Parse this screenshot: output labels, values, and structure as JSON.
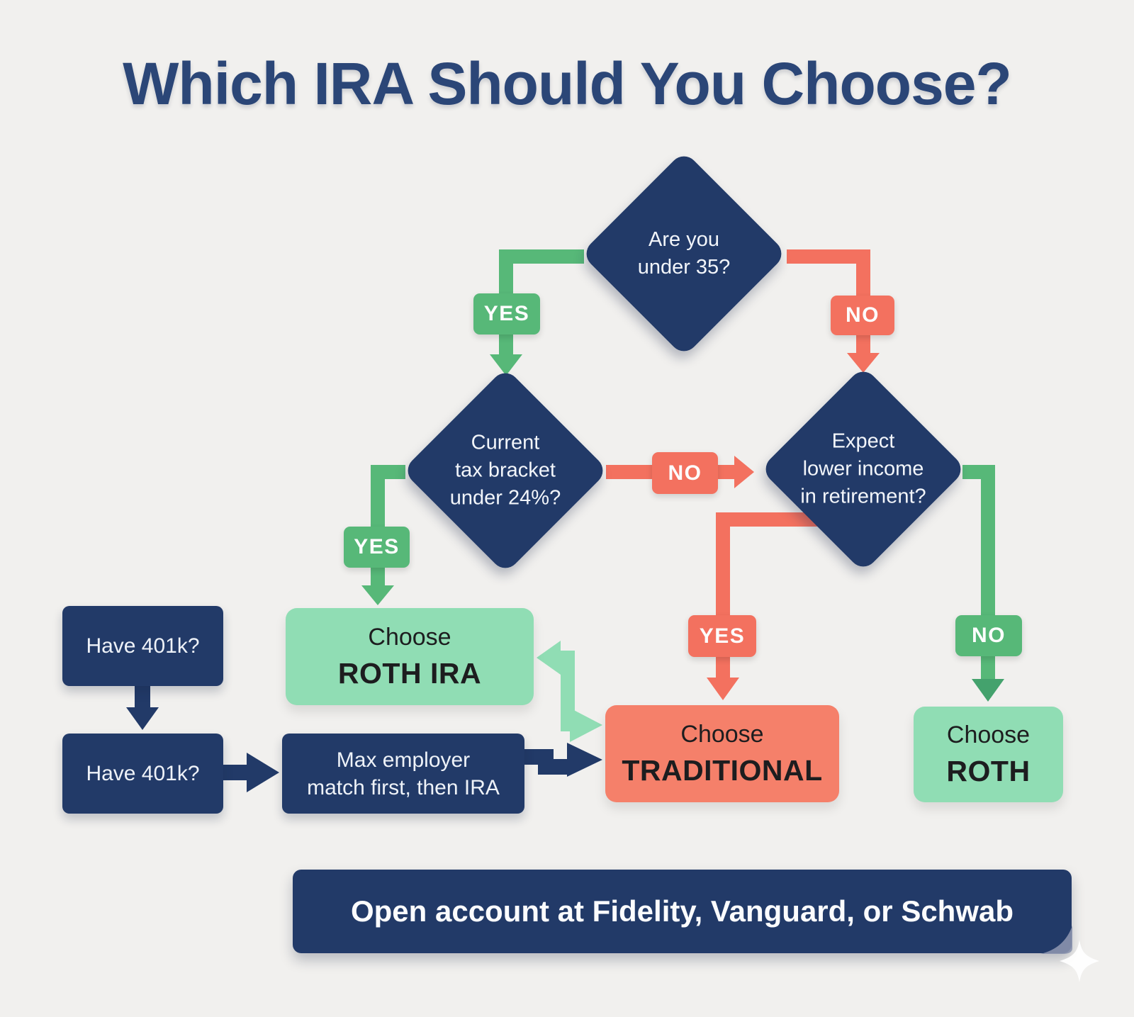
{
  "title": "Which IRA Should You Choose?",
  "colors": {
    "background": "#f1f0ee",
    "navy": "#223a68",
    "green": "#57b878",
    "green_dark": "#44a26d",
    "mint": "#90ddb4",
    "coral": "#f3715f",
    "coral_light": "#f5806a",
    "title_text": "#2b4677",
    "text_dark": "#1d1d1f"
  },
  "diamonds": {
    "under35": {
      "text": "Are you\nunder 35?"
    },
    "tax_bracket": {
      "text": "Current\ntax bracket\nunder 24%?"
    },
    "lower_income": {
      "text": "Expect\nlower income\nin retirement?"
    }
  },
  "branch_labels": {
    "d1_yes": "YES",
    "d1_no": "NO",
    "d2_yes": "YES",
    "d2_no": "NO",
    "d3_yes": "YES",
    "d3_no": "NO"
  },
  "results": {
    "roth_ira": {
      "line1": "Choose",
      "line2": "ROTH IRA"
    },
    "traditional": {
      "line1": "Choose",
      "line2": "TRADITIONAL"
    },
    "roth": {
      "line1": "Choose",
      "line2": "ROTH"
    }
  },
  "side_boxes": {
    "have_401k_top": {
      "text": "Have 401k?"
    },
    "have_401k_bottom": {
      "text": "Have 401k?"
    },
    "max_match": {
      "text": "Max employer\nmatch first, then IRA"
    }
  },
  "banner": {
    "text": "Open account at Fidelity, Vanguard, or Schwab"
  },
  "icons": {
    "sparkle": "four-point-star"
  }
}
